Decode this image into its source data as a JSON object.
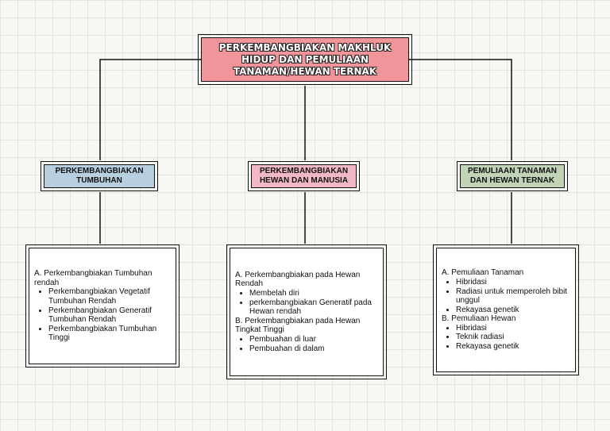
{
  "root": {
    "title": "PERKEMBANGBIAKAN MAKHLUK HIDUP DAN PEMULIAAN TANAMAN/HEWAN TERNAK"
  },
  "categories": [
    {
      "label": "PERKEMBANGBIAKAN TUMBUHAN",
      "color": "#b7cfdf",
      "sections": [
        {
          "heading": "A. Perkembangbiakan Tumbuhan rendah",
          "items": [
            "Perkembangbiakan Vegetatif Tumbuhan Rendah",
            "Perkembangbiakan Generatif Tumbuhan Rendah",
            "Perkembangbiakan Tumbuhan Tinggi"
          ]
        }
      ]
    },
    {
      "label": "PERKEMBANGBIAKAN HEWAN DAN MANUSIA",
      "color": "#f3b8c6",
      "sections": [
        {
          "heading": "A. Perkembangbiakan pada Hewan Rendah",
          "items": [
            "Membelah diri",
            "perkembangbiakan Generatif pada Hewan rendah"
          ]
        },
        {
          "heading": "B. Perkembangbiakan pada Hewan Tingkat Tinggi",
          "items": [
            "Pembuahan di luar",
            "Pembuahan di dalam"
          ]
        }
      ]
    },
    {
      "label": "PEMULIAAN TANAMAN DAN HEWAN TERNAK",
      "color": "#c2d4b8",
      "sections": [
        {
          "heading": "A. Pemuliaan Tanaman",
          "items": [
            "Hibridasi",
            "Radiasi untuk memperoleh bibit unggul",
            "Rekayasa genetik"
          ]
        },
        {
          "heading": "B. Pemuliaan Hewan",
          "items": [
            "Hibridasi",
            "Teknik radiasi",
            "Rekayasa genetik"
          ]
        }
      ]
    }
  ],
  "colors": {
    "root": "#f2959a",
    "line": "#111111",
    "grid": "#e4e4df"
  }
}
